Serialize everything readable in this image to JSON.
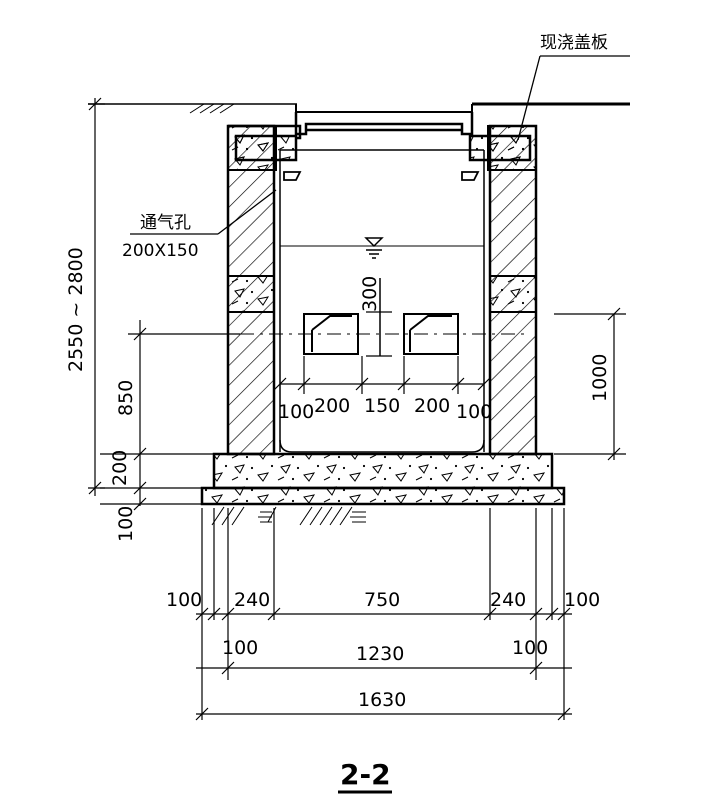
{
  "title": "2-2",
  "labels": {
    "cast_cover": "现浇盖板",
    "vent_hole": "通气孔",
    "vent_size": "200X150"
  },
  "dimensions": {
    "total_height": "2550 ~ 2800",
    "pipe_height": "850",
    "base_slab": "200",
    "cushion": "100",
    "outlet_height": "1000",
    "water_above_pipe": "300",
    "pipe_gaps": [
      "100",
      "200",
      "150",
      "200",
      "100"
    ],
    "row1": [
      "100",
      "240",
      "750",
      "240",
      "100"
    ],
    "row2": [
      "100",
      "1230",
      "100"
    ],
    "row3": [
      "1630"
    ]
  }
}
